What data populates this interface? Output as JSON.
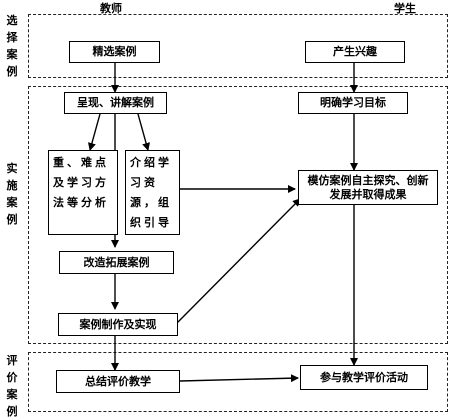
{
  "columns": {
    "teacher": "教师",
    "student": "学生"
  },
  "sections": {
    "select": "选择案例",
    "implement": "实施案例",
    "evaluate": "评价案例"
  },
  "boxes": {
    "select_cases": "精选案例",
    "generate_interest": "产生兴趣",
    "present_explain": "呈现、讲解案例",
    "clarify_goals": "明确学习目标",
    "key_points": "重、难点及学习方法等分析",
    "intro_resources": "介绍学习资源，组织引导",
    "imitate_explore": "模仿案例自主探究、创新发展并取得成果",
    "modify_extend": "改造拓展案例",
    "make_implement": "案例制作及实现",
    "summarize_eval": "总结评价教学",
    "participate_eval": "参与教学评价活动"
  }
}
